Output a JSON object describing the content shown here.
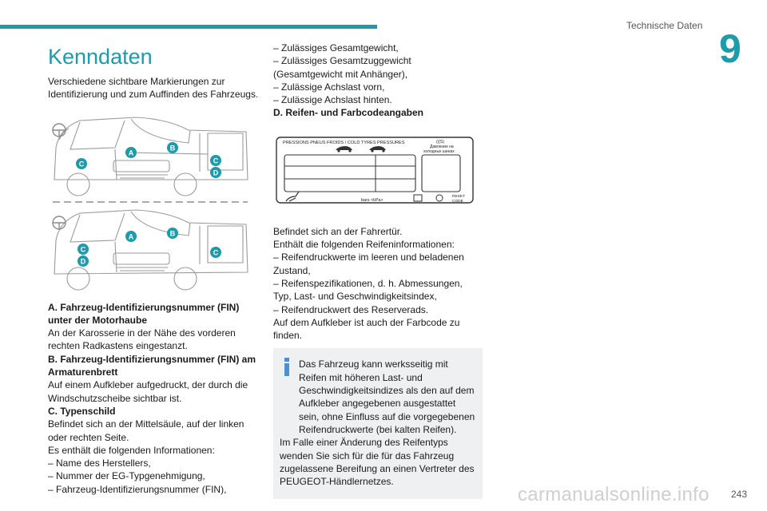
{
  "header": {
    "section": "Technische Daten",
    "chapter": "9"
  },
  "footer": {
    "page": "243",
    "watermark": "carmanualsonline.info"
  },
  "left": {
    "title": "Kenndaten",
    "intro": "Verschiedene sichtbare Markierungen zur Identifizierung und zum Auffinden des Fahrzeugs.",
    "markers": [
      "A",
      "B",
      "C",
      "D"
    ],
    "items": [
      "A. Fahrzeug-Identifizierungsnummer (FIN) unter der Motorhaube",
      "An der Karosserie in der Nähe des vorderen rechten Radkastens eingestanzt.",
      "B. Fahrzeug-Identifizierungsnummer (FIN) am Armaturenbrett",
      "Auf einem Aufkleber aufgedruckt, der durch die Windschutzscheibe sichtbar ist.",
      "C. Typenschild",
      "Befindet sich an der Mittelsäule, auf der linken oder rechten Seite.",
      "Es enthält die folgenden Informationen:",
      "– Name des Herstellers,",
      "– Nummer der EG-Typgenehmigung,",
      "– Fahrzeug-Identifizierungsnummer (FIN),"
    ]
  },
  "right": {
    "items_top": [
      "– Zulässiges Gesamtgewicht,",
      "– Zulässiges Gesamtzuggewicht (Gesamtgewicht mit Anhänger),",
      "– Zulässige Achslast vorn,",
      "– Zulässige Achslast hinten.",
      "D. Reifen- und Farbcodeangaben"
    ],
    "label": {
      "header": "PRESSIONS PNEUS FROIDS / COLD TYRES PRESSURES",
      "russian_1": "Давление на",
      "russian_2": "холодных шинах",
      "units": "bars    <kPa>",
      "code_1": "RESET",
      "code_2": "CODE"
    },
    "items_bottom": [
      "Befindet sich an der Fahrertür.",
      "Enthält die folgenden Reifeninformationen:",
      "– Reifendruckwerte im leeren und beladenen Zustand,",
      "– Reifenspezifikationen, d. h. Abmessungen, Typ, Last- und Geschwindigkeitsindex,",
      "– Reifendruckwert des Reserverads.",
      "Auf dem Aufkleber ist auch der Farbcode zu finden."
    ],
    "info": [
      "Das Fahrzeug kann werksseitig mit Reifen mit höheren Last- und Geschwindigkeitsindizes als den auf dem Aufkleber angegebenen ausgestattet sein, ohne Einfluss auf die vorgegebenen Reifendruckwerte (bei kalten Reifen).",
      "Im Falle einer Änderung des Reifentyps wenden Sie sich für die für das Fahrzeug zugelassene Bereifung an einen Vertreter des PEUGEOT-Händlernetzes."
    ]
  },
  "colors": {
    "accent": "#1e9bab",
    "info_bg": "#eef0f2",
    "info_icon": "#4d8fd6"
  }
}
